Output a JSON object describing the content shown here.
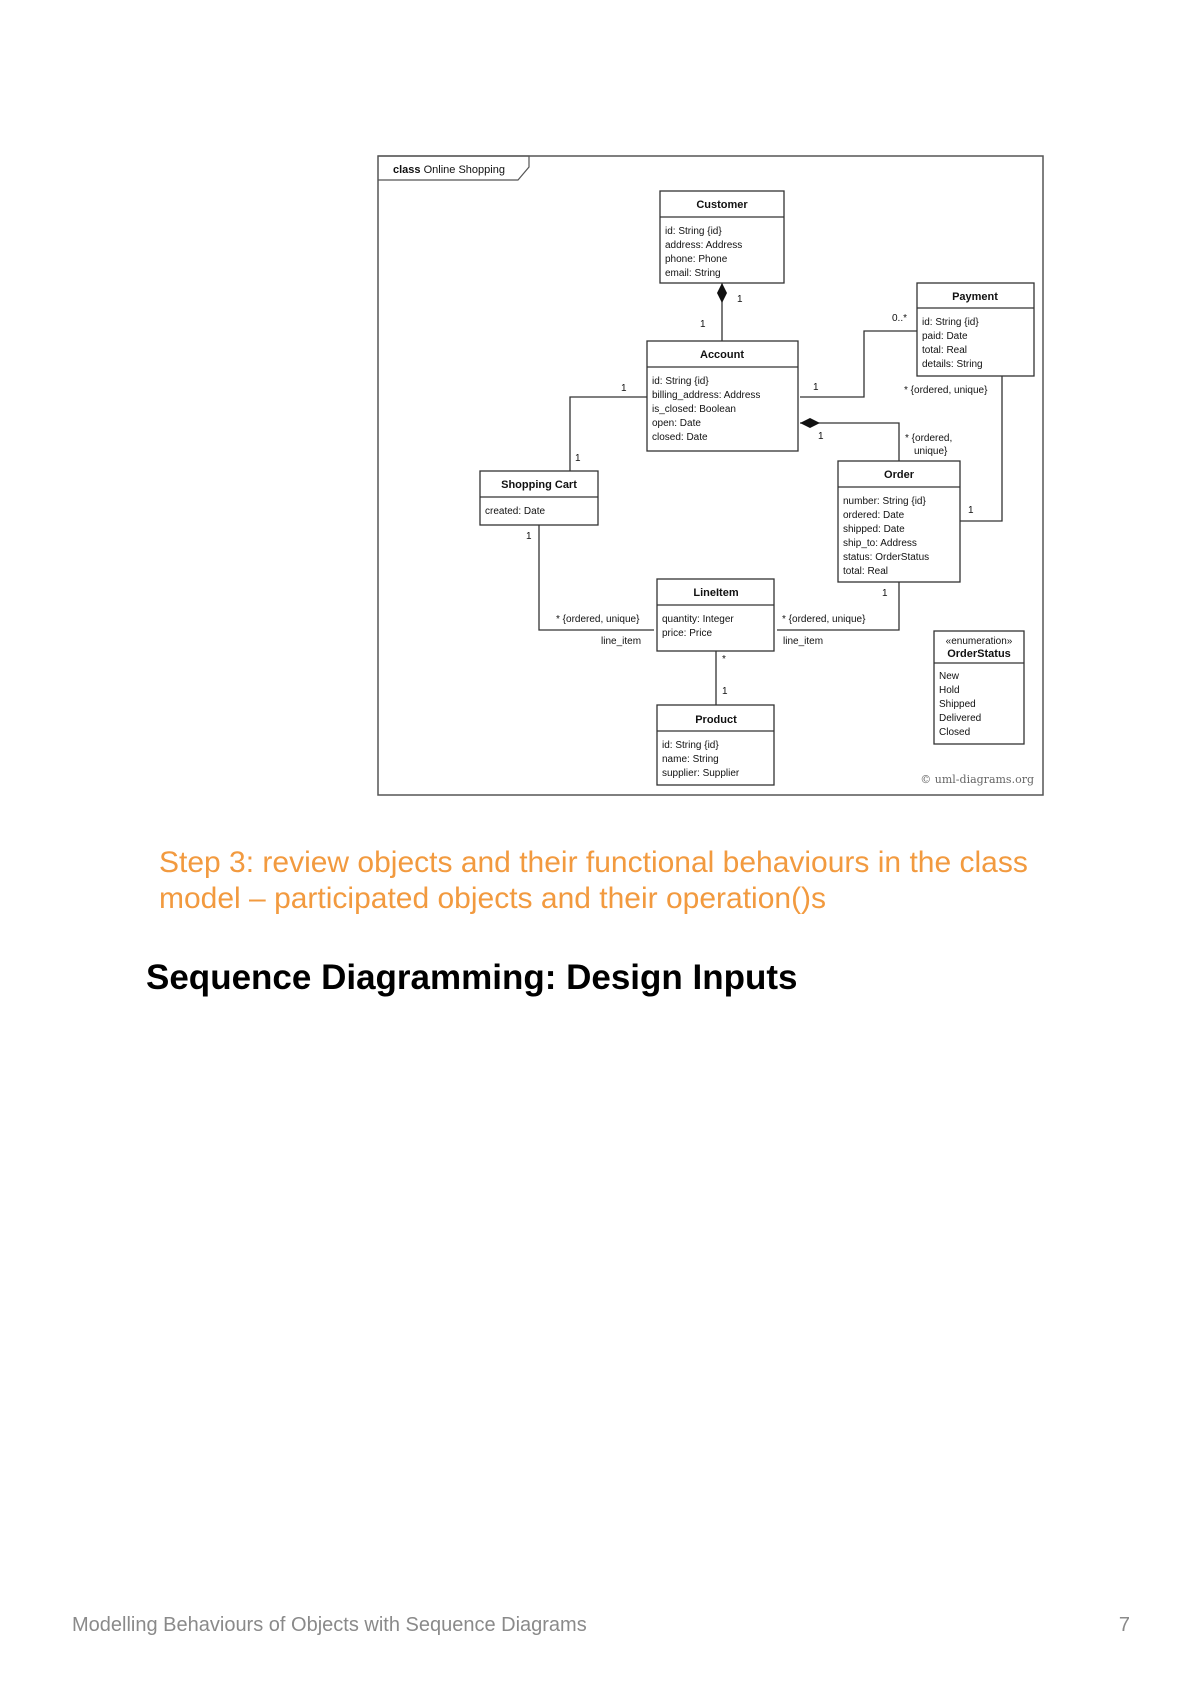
{
  "diagram": {
    "frame_keyword": "class",
    "frame_name": "Online Shopping",
    "classes": {
      "customer": {
        "name": "Customer",
        "attrs": [
          "id: String {id}",
          "address: Address",
          "phone: Phone",
          "email: String"
        ]
      },
      "payment": {
        "name": "Payment",
        "attrs": [
          "id: String {id}",
          "paid: Date",
          "total: Real",
          "details: String"
        ]
      },
      "account": {
        "name": "Account",
        "attrs": [
          "id: String {id}",
          "billing_address: Address",
          "is_closed: Boolean",
          "open: Date",
          "closed: Date"
        ]
      },
      "cart": {
        "name": "Shopping Cart",
        "attrs": [
          "created: Date"
        ]
      },
      "order": {
        "name": "Order",
        "attrs": [
          "number: String {id}",
          "ordered: Date",
          "shipped: Date",
          "ship_to: Address",
          "status: OrderStatus",
          "total: Real"
        ]
      },
      "lineitem": {
        "name": "LineItem",
        "attrs": [
          "quantity: Integer",
          "price: Price"
        ]
      },
      "product": {
        "name": "Product",
        "attrs": [
          "id: String {id}",
          "name: String",
          "supplier: Supplier"
        ]
      },
      "orderstatus": {
        "stereotype": "«enumeration»",
        "name": "OrderStatus",
        "attrs": [
          "New",
          "Hold",
          "Shipped",
          "Delivered",
          "Closed"
        ]
      }
    },
    "multiplicities": {
      "customer_account_top": "1",
      "customer_account_bottom": "1",
      "payment_zero_many": "0..*",
      "account_payment": "1",
      "payment_ordered": "* {ordered, unique}",
      "account_cart": "1",
      "cart_account": "1",
      "account_order": "1",
      "order_ordered_1": "* {ordered,",
      "order_ordered_2": "unique}",
      "order_payment": "1",
      "cart_lineitem": "1",
      "lineitem_cart": "* {ordered, unique}",
      "line_item_left": "line_item",
      "order_lineitem": "1",
      "lineitem_order": "* {ordered, unique}",
      "line_item_right": "line_item",
      "lineitem_product_many": "*",
      "lineitem_product_one": "1"
    },
    "copyright": "© uml-diagrams.org"
  },
  "step_text_line1": "Step 3: review objects and their functional behaviours in the class",
  "step_text_line2": "model – participated objects and their operation()s",
  "heading": "Sequence Diagramming: Design Inputs",
  "footer_title": "Modelling Behaviours of Objects with Sequence Diagrams",
  "page_number": "7",
  "colors": {
    "step_text": "#f29a3f",
    "footer_text": "#8a8a8a"
  }
}
